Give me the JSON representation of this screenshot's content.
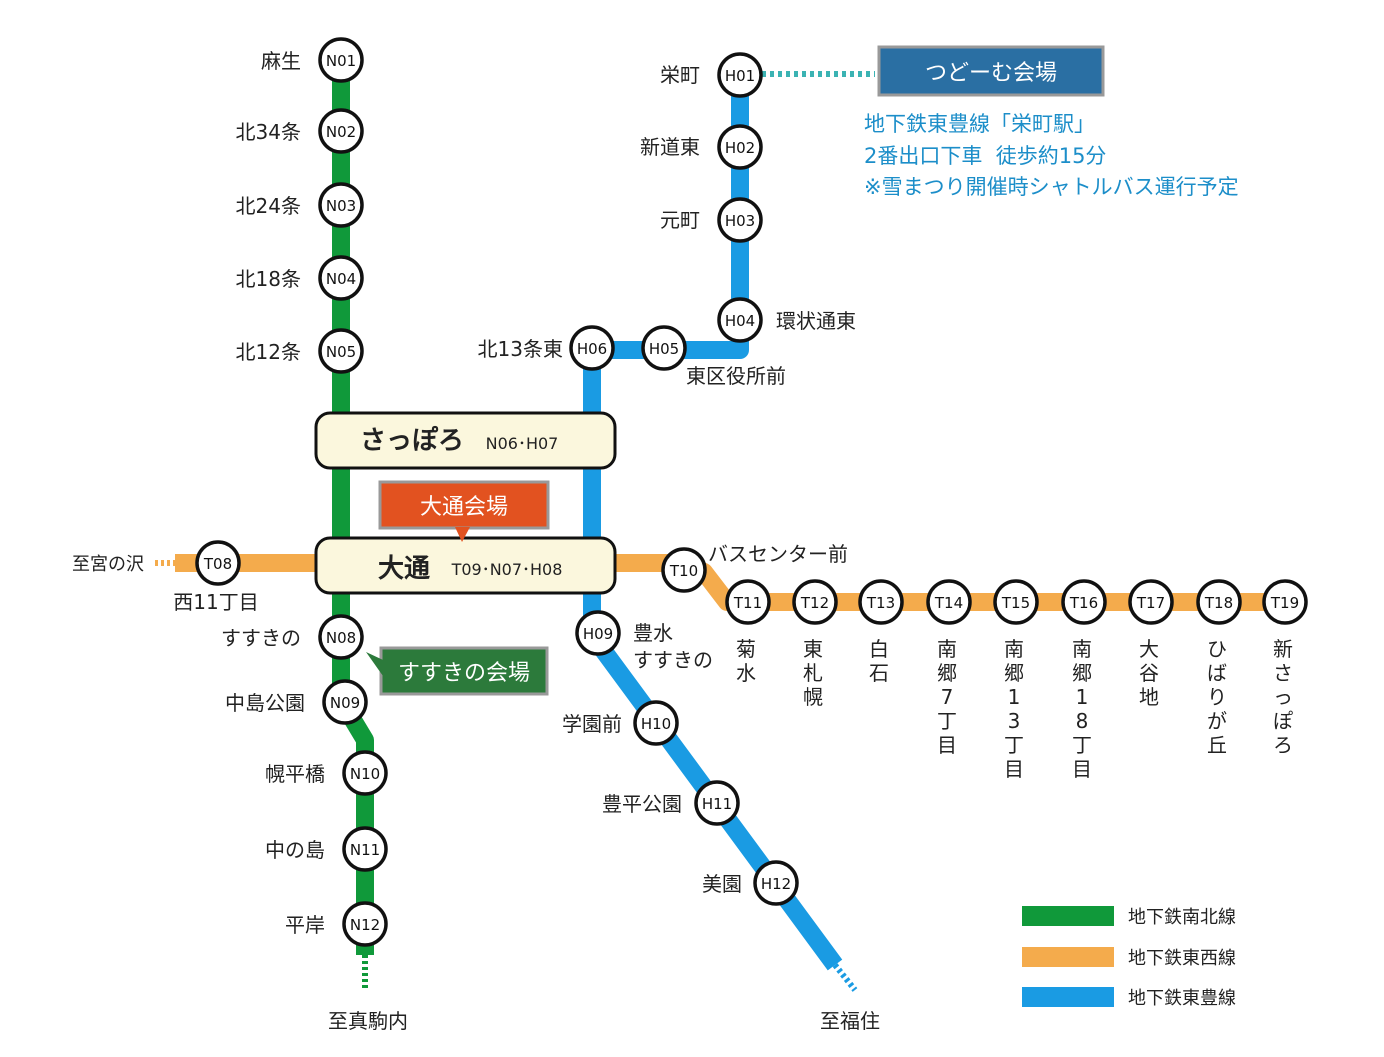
{
  "lines": {
    "namboku": {
      "color": "#10993a"
    },
    "tozai": {
      "color": "#f4ab4c"
    },
    "toho": {
      "color": "#1a9be3"
    }
  },
  "namboku_stations": [
    {
      "code": "N01",
      "name": "麻生"
    },
    {
      "code": "N02",
      "name": "北34条"
    },
    {
      "code": "N03",
      "name": "北24条"
    },
    {
      "code": "N04",
      "name": "北18条"
    },
    {
      "code": "N05",
      "name": "北12条"
    },
    {
      "code": "N08",
      "name": "すすきの"
    },
    {
      "code": "N09",
      "name": "中島公園"
    },
    {
      "code": "N10",
      "name": "幌平橋"
    },
    {
      "code": "N11",
      "name": "中の島"
    },
    {
      "code": "N12",
      "name": "平岸"
    }
  ],
  "toho_stations": [
    {
      "code": "H01",
      "name": "栄町"
    },
    {
      "code": "H02",
      "name": "新道東"
    },
    {
      "code": "H03",
      "name": "元町"
    },
    {
      "code": "H04",
      "name": "環状通東"
    },
    {
      "code": "H05",
      "name": "東区役所前"
    },
    {
      "code": "H06",
      "name": "北13条東"
    },
    {
      "code": "H09",
      "name_line1": "豊水",
      "name_line2": "すすきの"
    },
    {
      "code": "H10",
      "name": "学園前"
    },
    {
      "code": "H11",
      "name": "豊平公園"
    },
    {
      "code": "H12",
      "name": "美園"
    }
  ],
  "tozai_stations": [
    {
      "code": "T08",
      "name": "西11丁目"
    },
    {
      "code": "T10",
      "name": "バスセンター前"
    },
    {
      "code": "T11",
      "name": "菊水"
    },
    {
      "code": "T12",
      "name": "東札幌"
    },
    {
      "code": "T13",
      "name": "白石"
    },
    {
      "code": "T14",
      "name": "南郷7丁目"
    },
    {
      "code": "T15",
      "name": "南郷13丁目"
    },
    {
      "code": "T16",
      "name": "南郷18丁目"
    },
    {
      "code": "T17",
      "name": "大谷地"
    },
    {
      "code": "T18",
      "name": "ひばりが丘"
    },
    {
      "code": "T19",
      "name": "新さっぽろ"
    }
  ],
  "hubs": {
    "sapporo": {
      "name": "さっぽろ",
      "codes": "N06･H07"
    },
    "odori": {
      "name": "大通",
      "codes": "T09･N07･H08"
    }
  },
  "directions": {
    "west": "至宮の沢",
    "makomanai": "至真駒内",
    "fukuzumi": "至福住"
  },
  "venues": {
    "tsudome": {
      "label": "つどーむ会場",
      "color": "#2a6fa3"
    },
    "odori": {
      "label": "大通会場",
      "color": "#e25220"
    },
    "susukino": {
      "label": "すすきの会場",
      "color": "#2c7a3b"
    }
  },
  "access_note": [
    "地下鉄東豊線「栄町駅」",
    "2番出口下車  徒歩約15分",
    "※雪まつり開催時シャトルバス運行予定"
  ],
  "legend": [
    {
      "label": "地下鉄南北線",
      "color": "#10993a"
    },
    {
      "label": "地下鉄東西線",
      "color": "#f4ab4c"
    },
    {
      "label": "地下鉄東豊線",
      "color": "#1a9be3"
    }
  ]
}
